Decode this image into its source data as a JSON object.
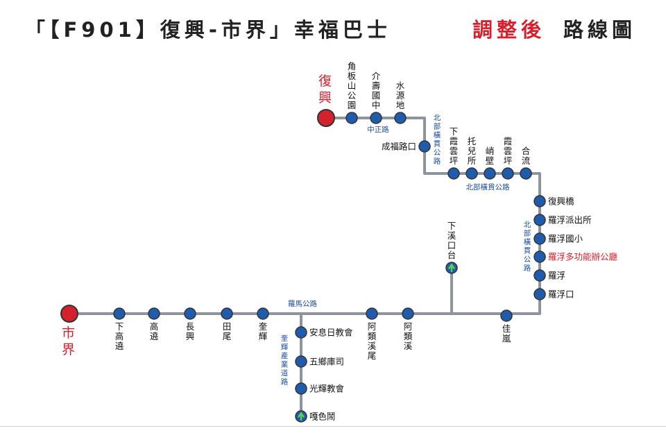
{
  "title": {
    "part1": "「【F901】復興-市界」幸福巴士",
    "part2": "調整後",
    "part3": "路線圖"
  },
  "colors": {
    "route_line": "#8d949b",
    "stop_fill": "#1f5cad",
    "terminal_fill": "#d5202e",
    "road_label": "#1e4ea0",
    "highlight_text": "#d5202e"
  },
  "terminals": {
    "start": "復興",
    "end": "市界"
  },
  "stops": [
    {
      "id": "jiaobanshan",
      "label": "角板山公園"
    },
    {
      "id": "jieshou",
      "label": "介壽國中"
    },
    {
      "id": "shuiyuan",
      "label": "水源地"
    },
    {
      "id": "chengfu",
      "label": "成福路口"
    },
    {
      "id": "xiaxiayunping",
      "label": "下霞雲坪"
    },
    {
      "id": "tuoersuo",
      "label": "托兒所"
    },
    {
      "id": "qiaobi",
      "label": "峭壁"
    },
    {
      "id": "xiayunping",
      "label": "霞雲坪"
    },
    {
      "id": "heliu",
      "label": "合流"
    },
    {
      "id": "fuxingqiao",
      "label": "復興橋"
    },
    {
      "id": "luofu_police",
      "label": "羅浮派出所"
    },
    {
      "id": "luofu_school",
      "label": "羅浮國小"
    },
    {
      "id": "luofu_office",
      "label": "羅浮多功能辦公廳",
      "highlight": true
    },
    {
      "id": "luofu",
      "label": "羅浮"
    },
    {
      "id": "luofukou",
      "label": "羅浮口"
    },
    {
      "id": "jialan",
      "label": "佳嵐"
    },
    {
      "id": "xiaxikoutai",
      "label": "下溪口台"
    },
    {
      "id": "aleixi",
      "label": "阿類溪"
    },
    {
      "id": "aleixiwei",
      "label": "阿類溪尾"
    },
    {
      "id": "kuihui",
      "label": "奎輝"
    },
    {
      "id": "tianwei",
      "label": "田尾"
    },
    {
      "id": "zhangxing",
      "label": "長興"
    },
    {
      "id": "gaodi",
      "label": "高遶"
    },
    {
      "id": "xiagaodi",
      "label": "下高遶"
    },
    {
      "id": "anxiri",
      "label": "安息日教會"
    },
    {
      "id": "wuxiang",
      "label": "五鄉庫司"
    },
    {
      "id": "guanghui",
      "label": "光輝教會"
    },
    {
      "id": "gaseguan",
      "label": "嘎色鬧"
    }
  ],
  "roads": {
    "zhongzheng": "中正路",
    "north_cross_1": "北部橫貫公路",
    "north_cross_2": "北部橫貫公路",
    "north_cross_3": "北部橫貫公路",
    "luoma": "羅馬公路",
    "kuihui_industry": "奎輝產業道路"
  }
}
